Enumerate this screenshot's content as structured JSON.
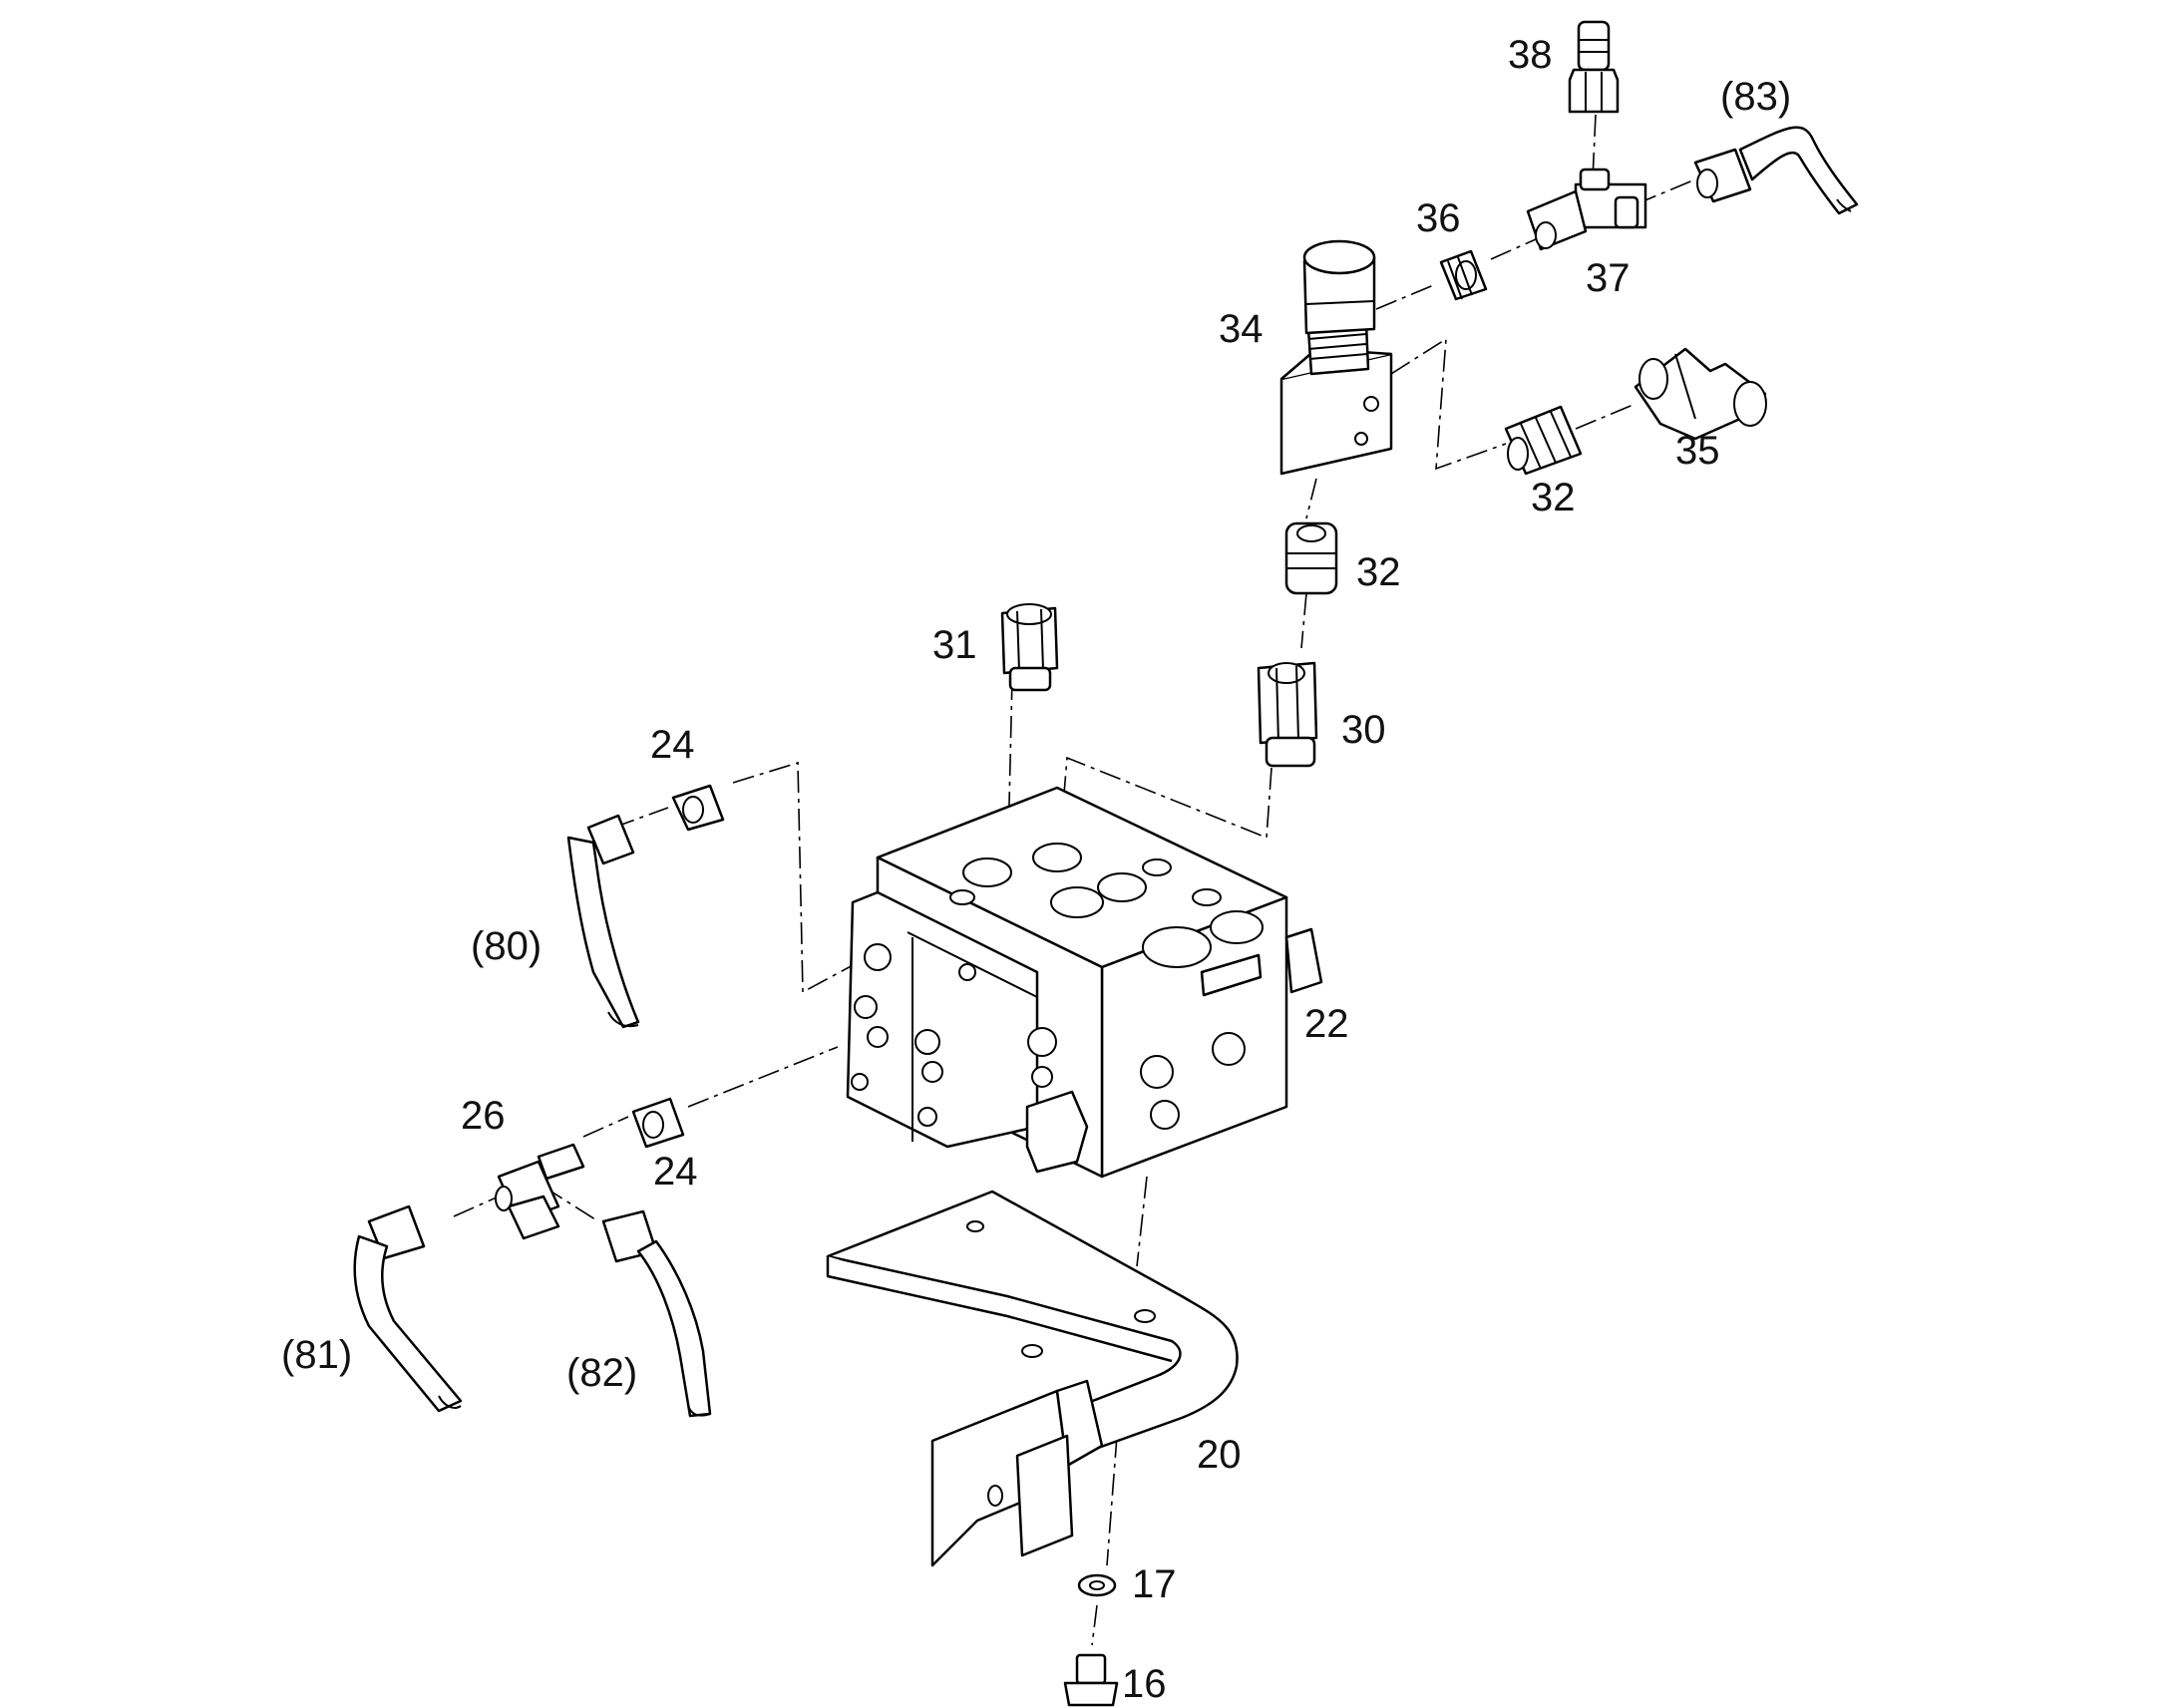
{
  "labels": {
    "p16": "16",
    "p17": "17",
    "p20": "20",
    "p22": "22",
    "p24a": "24",
    "p24b": "24",
    "p26": "26",
    "p30": "30",
    "p31": "31",
    "p32a": "32",
    "p32b": "32",
    "p34": "34",
    "p35": "35",
    "p36": "36",
    "p37": "37",
    "p38": "38",
    "r80": "(80)",
    "r81": "(81)",
    "r82": "(82)",
    "r83": "(83)"
  },
  "colors": {
    "line": "#000000",
    "background": "#ffffff",
    "text": "#111111"
  }
}
